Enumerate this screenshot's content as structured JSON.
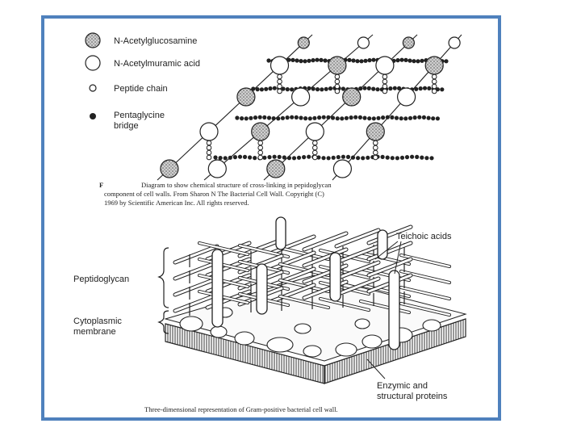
{
  "top_diagram": {
    "legend": [
      {
        "label": "N-Acetylglucosamine",
        "symbol": "shaded-large-circle"
      },
      {
        "label": "N-Acetylmuramic acid",
        "symbol": "open-large-circle"
      },
      {
        "label": "Peptide chain",
        "symbol": "small-open-circle"
      },
      {
        "label_line1": "Pentaglycine",
        "label_line2": "bridge",
        "symbol": "small-filled-circle"
      }
    ],
    "caption_lines": [
      "Diagram to show chemical structure of cross-linking in pepidoglycan",
      "component of cell walls. From Sharon N The Bacterial Cell Wall. Copyright (C)",
      "1969 by Scientific American Inc. All rights reserved."
    ]
  },
  "bottom_diagram": {
    "labels": {
      "teichoic": "Teichoic acids",
      "peptidoglycan": "Peptidoglycan",
      "cytoplasmic_line1": "Cytoplasmic",
      "cytoplasmic_line2": "membrane",
      "enzymic_line1": "Enzymic and",
      "enzymic_line2": "structural proteins"
    },
    "caption": "Three-dimensional representation of Gram-positive bacterial cell wall."
  },
  "colors": {
    "border": "#4f81bd",
    "ink": "#222222",
    "shade": "#9a9a9a"
  }
}
